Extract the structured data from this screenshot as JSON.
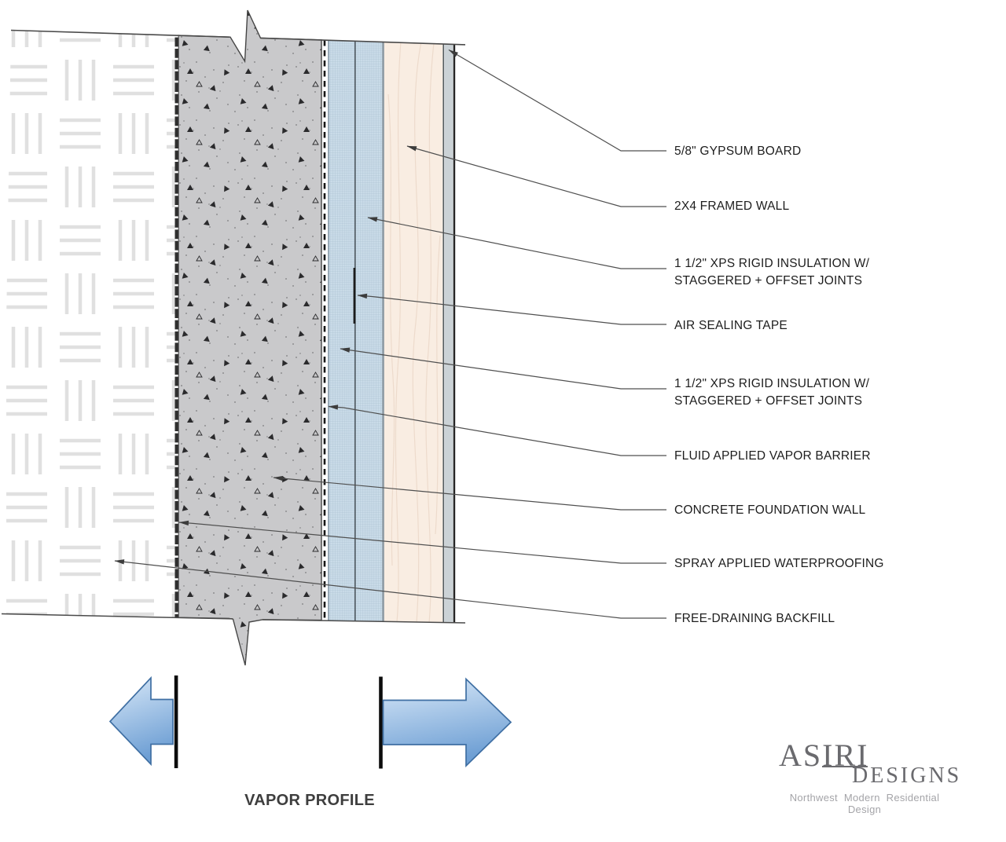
{
  "annotations": [
    {
      "line1": "5/8\" GYPSUM BOARD",
      "line2": ""
    },
    {
      "line1": "2X4 FRAMED WALL",
      "line2": ""
    },
    {
      "line1": "1 1/2\" XPS RIGID INSULATION W/",
      "line2": "STAGGERED + OFFSET JOINTS"
    },
    {
      "line1": "AIR SEALING TAPE",
      "line2": ""
    },
    {
      "line1": "1 1/2\" XPS RIGID INSULATION W/",
      "line2": "STAGGERED + OFFSET JOINTS"
    },
    {
      "line1": "FLUID APPLIED VAPOR BARRIER",
      "line2": ""
    },
    {
      "line1": "CONCRETE FOUNDATION WALL",
      "line2": ""
    },
    {
      "line1": "SPRAY APPLIED WATERPROOFING",
      "line2": ""
    },
    {
      "line1": "FREE-DRAINING BACKFILL",
      "line2": ""
    }
  ],
  "caption": "VAPOR PROFILE",
  "logo": {
    "brand": "ASIRI",
    "brand2": "DESIGNS",
    "tagline": "Northwest  Modern  Residential  Design"
  },
  "colors": {
    "concrete": "#c9c9cb",
    "xps_insulation": "#c9dbe8",
    "framed_wall_wood": "#f9ede2",
    "gypsum": "#cbd2d6",
    "backfill_hatch": "#e0e0e0",
    "arrow_gradient_light": "#d8e8f8",
    "arrow_gradient_dark": "#6e9fd4",
    "arrow_outline": "#3f6fa3",
    "vapor_bar": "#0c0c0c",
    "leader_line": "#4f4f4f",
    "label_text": "#1d1d1d",
    "logo_gray": "#6a6a6e",
    "tagline_gray": "#a4a4a8"
  }
}
